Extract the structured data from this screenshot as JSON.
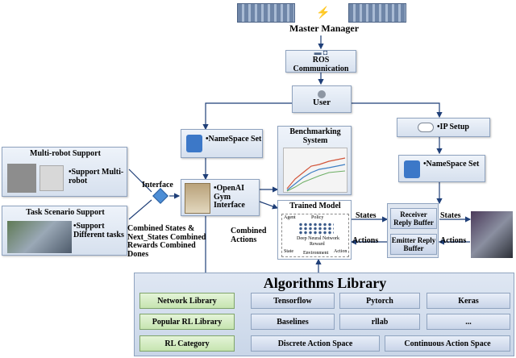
{
  "master_manager": "Master Manager",
  "ros_communication": "ROS Communication",
  "user": "User",
  "ip_setup": "IP Setup",
  "namespace_left": "NameSpace Set",
  "namespace_right": "NameSpace Set",
  "benchmarking": "Benchmarking System",
  "multi_robot": {
    "title": "Multi-robot Support",
    "bullet": "Support Multi-robot"
  },
  "task_scenario": {
    "title": "Task Scenario Support",
    "bullet": "Support Different tasks"
  },
  "interface": "Interface",
  "openai_gym": "OpenAI Gym Interface",
  "trained_model": {
    "title": "Trained Model",
    "inner": [
      "Agent",
      "Policy",
      "Reward",
      "State",
      "Environment",
      "Action",
      "Deep Neural Network"
    ]
  },
  "edge_labels": {
    "states_mid": "States",
    "actions_mid": "Actions",
    "states_right": "States",
    "actions_right": "Actions",
    "combined_left": "Combined States & Next_States Combined Rewards Combined Dones",
    "combined_actions": "Combined Actions"
  },
  "receiver": "Receiver Reply Buffer",
  "emitter": "Emitter Reply Buffer",
  "algorithms_library": {
    "title": "Algorithms Library",
    "rows": [
      {
        "category": "Network Library",
        "items": [
          "Tensorflow",
          "Pytorch",
          "Keras"
        ]
      },
      {
        "category": "Popular RL Library",
        "items": [
          "Baselines",
          "rllab",
          "..."
        ]
      },
      {
        "category": "RL Category",
        "items": [
          "Discrete Action Space",
          "Continuous Action Space"
        ]
      }
    ]
  }
}
